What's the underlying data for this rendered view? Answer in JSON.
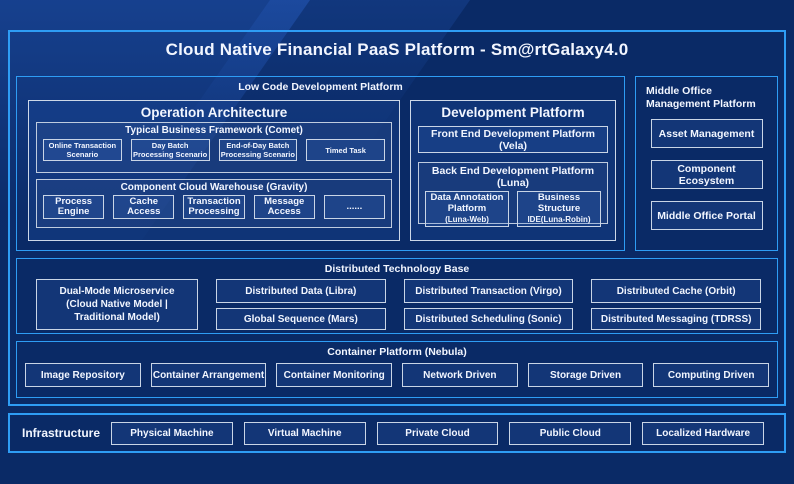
{
  "title": "Cloud Native Financial PaaS Platform - Sm@rtGalaxy4.0",
  "colors": {
    "background": "#0a2a66",
    "accent_border": "#2e9df5",
    "box_border": "#c9d5e6",
    "text": "#ffffff"
  },
  "low_code": {
    "label": "Low Code Development Platform",
    "operation_architecture": {
      "title": "Operation Architecture",
      "typical_business": {
        "title": "Typical Business Framework (Comet)",
        "items": [
          "Online Transaction Scenario",
          "Day Batch Processing Scenario",
          "End-of-Day Batch Processing Scenario",
          "Timed Task"
        ]
      },
      "component_cloud": {
        "title": "Component Cloud Warehouse (Gravity)",
        "items": [
          "Process Engine",
          "Cache Access",
          "Transaction Processing",
          "Message Access",
          "......"
        ]
      }
    },
    "development_platform": {
      "title": "Development Platform",
      "front_end": "Front End Development Platform (Vela)",
      "back_end": {
        "title": "Back End Development Platform (Luna)",
        "items": [
          {
            "name": "Data Annotation Platform",
            "sub": "(Luna-Web)"
          },
          {
            "name": "Business Structure",
            "sub": "IDE(Luna-Robin)"
          }
        ]
      }
    }
  },
  "middle_office": {
    "label": "Middle Office Management Platform",
    "items": [
      "Asset Management",
      "Component Ecosystem",
      "Middle Office Portal"
    ]
  },
  "distributed": {
    "label": "Distributed Technology Base",
    "dual_mode": "Dual-Mode Microservice (Cloud Native Model | Traditional Model)",
    "rows": [
      [
        "Distributed Data (Libra)",
        "Distributed Transaction (Virgo)",
        "Distributed Cache (Orbit)"
      ],
      [
        "Global Sequence (Mars)",
        "Distributed Scheduling (Sonic)",
        "Distributed Messaging (TDRSS)"
      ]
    ]
  },
  "container_platform": {
    "label": "Container Platform (Nebula)",
    "items": [
      "Image Repository",
      "Container Arrangement",
      "Container Monitoring",
      "Network Driven",
      "Storage Driven",
      "Computing Driven"
    ]
  },
  "infrastructure": {
    "label": "Infrastructure",
    "items": [
      "Physical Machine",
      "Virtual Machine",
      "Private Cloud",
      "Public Cloud",
      "Localized Hardware"
    ]
  }
}
